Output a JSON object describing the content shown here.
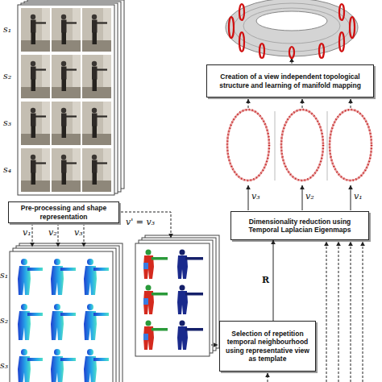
{
  "diagram": {
    "nodes": [
      {
        "text": [
          "Pre-processing and shape representation"
        ]
      },
      {
        "text": [
          "Selection of repetition temporal neighbourhood using representative view as template"
        ]
      },
      {
        "text": [
          "Dimensionality reduction using Temporal Laplacian Eigenmaps"
        ]
      },
      {
        "text": [
          "Creation of a view independent topological structure and learning of manifold mapping"
        ]
      }
    ],
    "edges": [
      {
        "from": 1,
        "to": 2,
        "label": "R",
        "arrow": "to"
      }
    ],
    "labels": [
      "s₁",
      "s₂",
      "s₃",
      "s₄",
      "v₁",
      "v₂",
      "v₃",
      "v' = v₃",
      "s₁",
      "s₂",
      "s₃",
      "v₃",
      "v₂",
      "v₁"
    ]
  }
}
